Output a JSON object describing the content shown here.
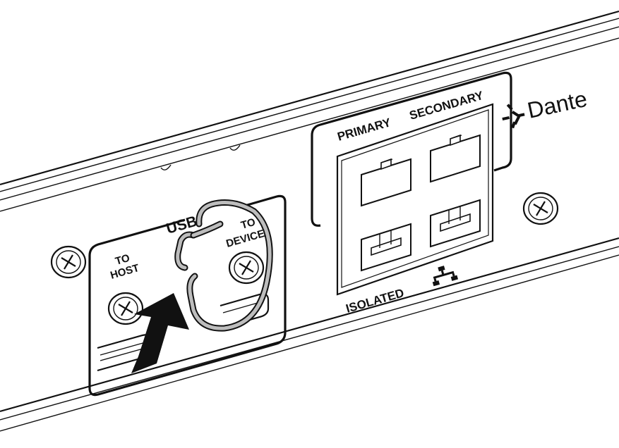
{
  "labels": {
    "usb": "USB",
    "to_host_line1": "TO",
    "to_host_line2": "HOST",
    "to_device_line1": "TO",
    "to_device_line2": "DEVICE",
    "primary": "PRIMARY",
    "secondary": "SECONDARY",
    "isolated": "ISOLATED",
    "brand": "Dante"
  },
  "icons": {
    "dante_logo": "dante-logo-icon",
    "network": "network-icon",
    "arrow": "insert-arrow-icon",
    "screw": "screw-icon",
    "cable_hook": "cable-hook-icon"
  },
  "colors": {
    "ink": "#111111",
    "hook": "#bdbdbd",
    "background": "#ffffff"
  }
}
